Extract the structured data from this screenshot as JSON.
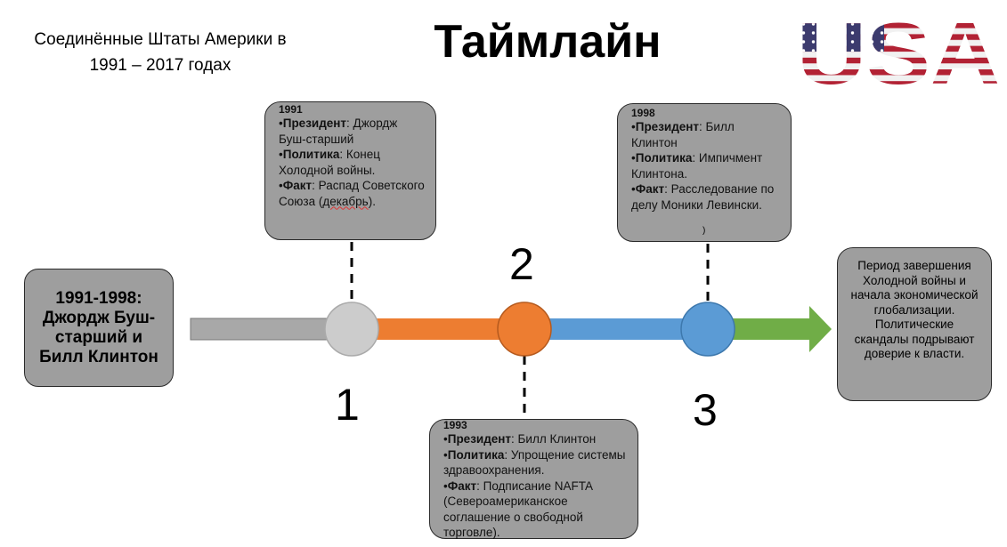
{
  "header": {
    "subtitle_line1": "Соединённые Штаты Америки в",
    "subtitle_line2": "1991 – 2017 годах",
    "title": "Таймлайн",
    "logo_text": "USA"
  },
  "left_box": {
    "line1": "1991-1998:",
    "line2": "Джордж Буш-",
    "line3": "старший и",
    "line4": "Билл Клинтон"
  },
  "events": [
    {
      "year": "1991",
      "president_label": "Президент",
      "president": ": Джордж Буш-старший",
      "policy_label": "Политика",
      "policy": ": Конец Холодной войны.",
      "fact_label": "Факт",
      "fact": ": Распад Советского Союза (",
      "fact_underlined": "декабрь",
      "fact_tail": ")."
    },
    {
      "year": "1993",
      "president_label": "Президент",
      "president": ": Билл Клинтон",
      "policy_label": "Политика",
      "policy": ": Упрощение системы здравоохранения.",
      "fact_label": "Факт",
      "fact": ": Подписание NAFTA (Североамериканское соглашение о свободной торговле)."
    },
    {
      "year": "1998",
      "president_label": "Президент",
      "president": ": Билл Клинтон",
      "policy_label": "Политика",
      "policy": ": Импичмент Клинтона.",
      "fact_label": "Факт",
      "fact": ": Расследование по делу Моники Левински."
    }
  ],
  "stray_mark": ")",
  "bullet": "•",
  "numbers": [
    "1",
    "2",
    "3"
  ],
  "right_box": {
    "text": "Период завершения Холодной войны и начала экономической глобализации. Политические скандалы подрывают доверие к власти."
  },
  "colors": {
    "segment_gray": "#a8a8a8",
    "segment_orange": "#ed7d31",
    "segment_blue": "#5b9bd5",
    "segment_green": "#70ad47",
    "node_gray": "#cccccc",
    "box_fill": "#9e9e9e",
    "flag_blue": "#3c3b6e",
    "flag_red": "#b22234"
  }
}
